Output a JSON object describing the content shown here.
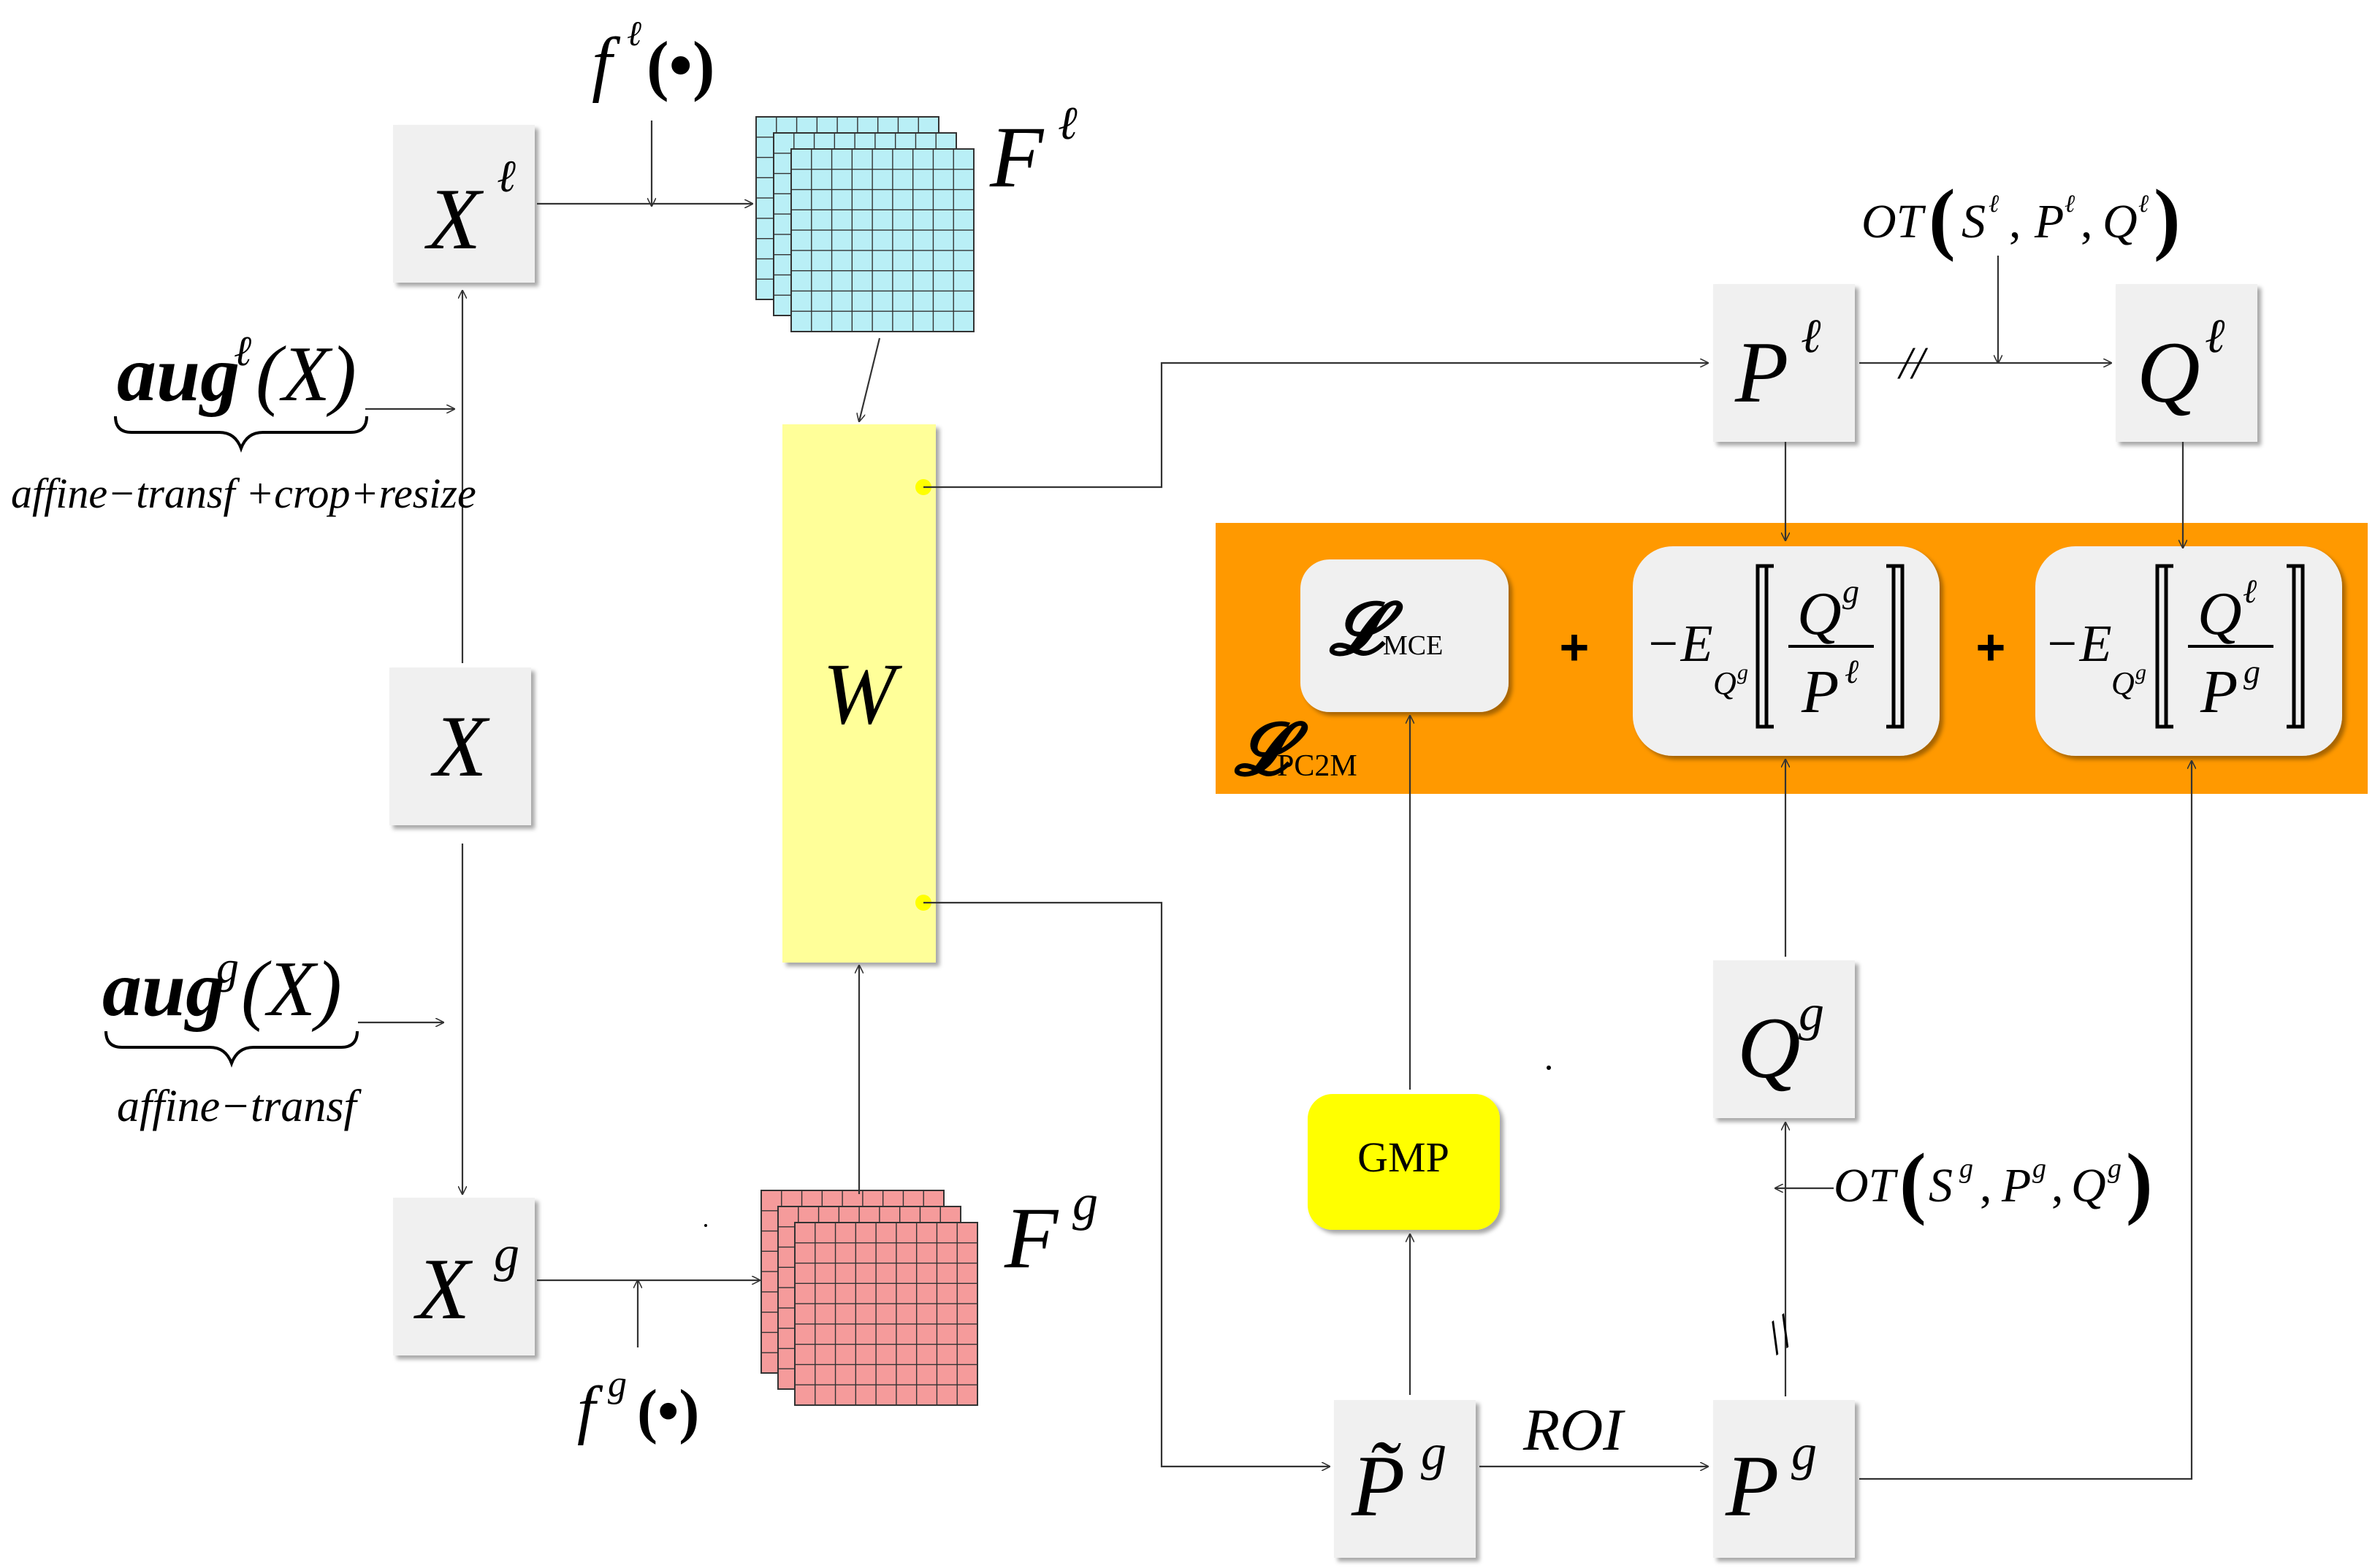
{
  "nodes": {
    "x": "X",
    "x_local": {
      "base": "X",
      "sup": "ℓ"
    },
    "x_global": {
      "base": "X",
      "sup": "g"
    },
    "f_local": {
      "base": "F",
      "sup": "ℓ"
    },
    "f_global": {
      "base": "F",
      "sup": "g"
    },
    "w": "W",
    "p_local": {
      "base": "P",
      "sup": "ℓ"
    },
    "q_local": {
      "base": "Q",
      "sup": "ℓ"
    },
    "q_global": {
      "base": "Q",
      "sup": "g"
    },
    "p_global": {
      "base": "P",
      "sup": "g"
    },
    "p_tilde": {
      "base": "P̃",
      "sup": "g"
    },
    "gmp": "GMP"
  },
  "functions": {
    "f_local": {
      "base": "f",
      "sup": "ℓ",
      "arg": "(•)"
    },
    "f_global": {
      "base": "f",
      "sup": "g",
      "arg": "(•)"
    },
    "roi": "ROI"
  },
  "augmentations": {
    "local": {
      "base": "aug",
      "sup": "ℓ",
      "arg": "(X)",
      "caption": "affine−transf +crop+resize"
    },
    "global": {
      "base": "aug",
      "sup": "g",
      "arg": "(X)",
      "caption": "affine−transf"
    }
  },
  "ot": {
    "local": {
      "prefix": "OT",
      "args": [
        {
          "b": "S",
          "s": "ℓ"
        },
        {
          "b": "P",
          "s": "ℓ"
        },
        {
          "b": "Q",
          "s": "ℓ"
        }
      ]
    },
    "global": {
      "prefix": "OT",
      "args": [
        {
          "b": "S",
          "s": "g"
        },
        {
          "b": "P",
          "s": "g"
        },
        {
          "b": "Q",
          "s": "g"
        }
      ]
    }
  },
  "loss": {
    "panel_label": {
      "symbol": "𝓛",
      "sub": "PC2M"
    },
    "mce": {
      "symbol": "𝓛",
      "sub": "MCE"
    },
    "plus": "+",
    "term_global": {
      "prefix": "−E",
      "sub_base": "Q",
      "sub_sup": "g",
      "num_base": "Q",
      "num_sup": "g",
      "den_base": "P",
      "den_sup": "ℓ"
    },
    "term_local": {
      "prefix": "−E",
      "sub_base": "Q",
      "sub_sup": "g",
      "num_base": "Q",
      "num_sup": "ℓ",
      "den_base": "P",
      "den_sup": "g"
    }
  },
  "stop_gradient": "//",
  "colors": {
    "feature_local": "#b9eff6",
    "feature_global": "#f59b9b",
    "weights": "#ffff99",
    "loss_panel": "#ff9900",
    "gmp": "#ffff00",
    "node_box": "#f0f0f0",
    "term_box": "#f0f0f0",
    "connector_dot": "#ffff00"
  }
}
